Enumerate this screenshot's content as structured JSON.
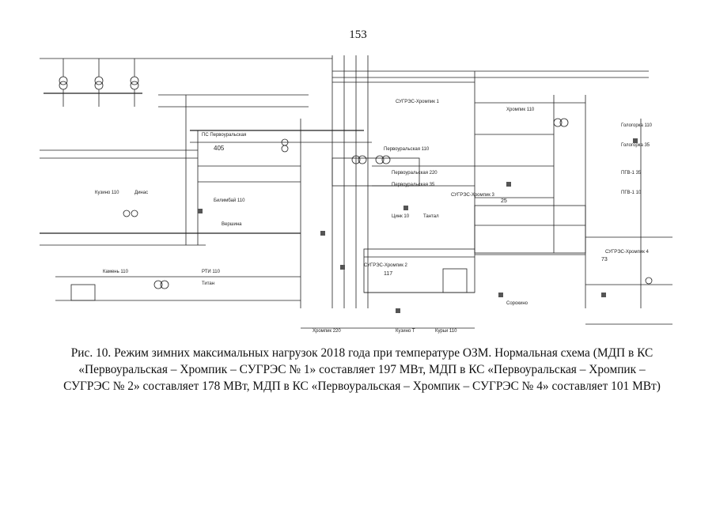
{
  "page": {
    "number": "153"
  },
  "schematic": {
    "labels": {
      "sugres1": "СУГРЭС-Хромпик 1",
      "sugres2": "СУГРЭС-Хромпик 2",
      "sugres3": "СУГРЭС-Хромпик 3",
      "sugres4": "СУГРЭС-Хромпик 4",
      "pervouralskaya_a": "Первоуральская 110",
      "pervouralskaya_b": "Первоуральская 220",
      "pervouralskaya_c": "Первоуральская 35",
      "hrompik": "Хромпик 110",
      "shagol": "ПС Первоуральская",
      "node_405": "405",
      "cinc": "Цинк 10",
      "tantal": "Тантал",
      "bilimbay": "Билимбай 110",
      "vershina": "Вершина",
      "kuzino": "Кузино 110",
      "dinas": "Динас",
      "rtiz": "РТИ 110",
      "titan": "Титан",
      "kamen": "Камень 110",
      "node_117": "117",
      "node_25": "25",
      "node_73": "73",
      "bottom_a": "Хромпик 220",
      "bottom_b": "Кузино Т",
      "bottom_c": "Курьи 110",
      "bottom_d": "Сорокино",
      "right_a": "Гологорка 110",
      "right_b": "Гологорка 35",
      "right_c": "ПГВ-1 35",
      "right_d": "ПГВ-1 10"
    }
  },
  "caption": {
    "text": "Рис. 10. Режим зимних максимальных нагрузок 2018 года при температуре ОЗМ. Нормальная схема (МДП в КС «Первоуральская – Хромпик – СУГРЭС № 1» составляет 197 МВт, МДП в КС «Первоуральская – Хромпик – СУГРЭС № 2» составляет 178 МВт, МДП в КС «Первоуральская – Хромпик – СУГРЭС № 4» составляет 101 МВт)"
  }
}
